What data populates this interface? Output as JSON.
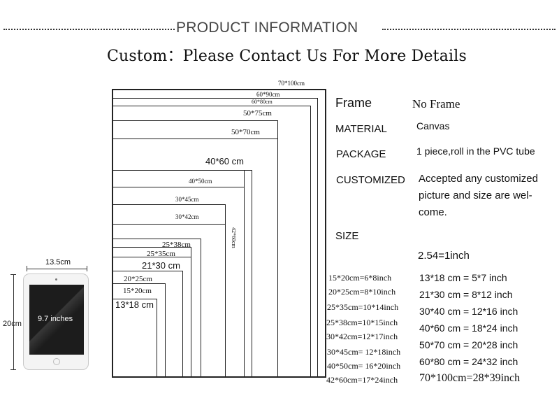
{
  "header": {
    "title": "PRODUCT INFORMATION",
    "subtitle": "Custom：Please Contact Us For More Details"
  },
  "size_chart": {
    "labels": {
      "s70x100": "70*100cm",
      "s60x90": "60*90cm",
      "s60x80": "60*80cm",
      "s50x75": "50*75cm",
      "s50x70": "50*70cm",
      "s40x60": "40*60 cm",
      "s40x50": "40*50cm",
      "s30x45": "30*45cm",
      "s30x42": "30*42cm",
      "s42x60_vertical": "42*60cm",
      "s25x38": "25*38cm",
      "s25x35": "25*35cm",
      "s21x30": "21*30 cm",
      "s20x25": "20*25cm",
      "s15x20": "15*20cm",
      "s13x18": "13*18 cm"
    }
  },
  "tablet": {
    "width_label": "13.5cm",
    "height_label": "20cm",
    "screen_label": "9.7 inches"
  },
  "info": {
    "frame_key": "Frame",
    "frame_val": "No Frame",
    "material_key": "MATERIAL",
    "material_val": "Canvas",
    "package_key": "PACKAGE",
    "package_val": "1 piece,roll in the PVC tube",
    "customized_key": "CUSTOMIZED",
    "customized_val_1": "Accepted any customized",
    "customized_val_2": "picture and size are wel-",
    "customized_val_3": "come.",
    "size_key": "SIZE",
    "inch_note": "2.54=1inch"
  },
  "conversions_left": [
    "15*20cm=6*8inch",
    "20*25cm=8*10inch",
    "25*35cm=10*14inch",
    "25*38cm=10*15inch",
    "30*42cm=12*17inch",
    "30*45cm= 12*18inch",
    "40*50cm= 16*20inch",
    "42*60cm=17*24inch"
  ],
  "conversions_right": [
    "13*18 cm = 5*7 inch",
    "21*30 cm = 8*12 inch",
    "30*40 cm = 12*16 inch",
    "40*60 cm = 18*24 inch",
    "50*70 cm = 20*28 inch",
    "60*80 cm = 24*32 inch",
    "70*100cm=28*39inch"
  ]
}
